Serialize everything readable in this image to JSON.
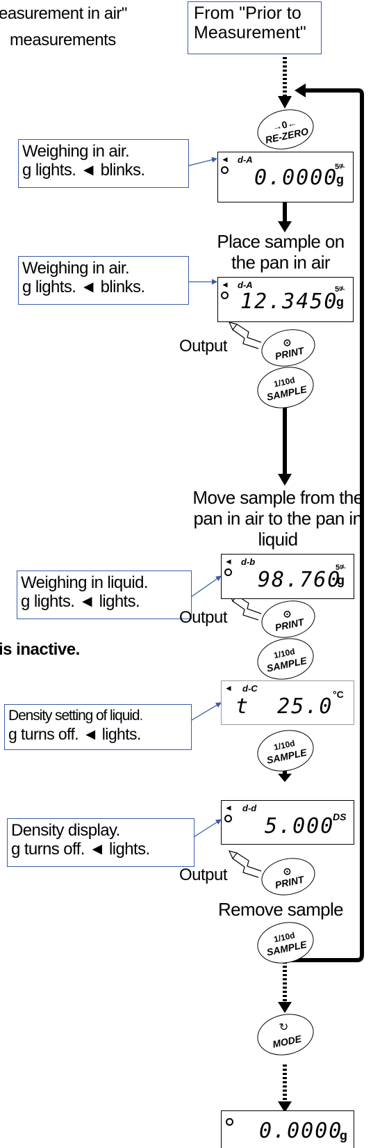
{
  "header": {
    "left_line1": "easurement in air\"",
    "left_line2": "measurements",
    "from_box_line1": "From \"Prior to",
    "from_box_line2": "Measurement\""
  },
  "buttons": {
    "rezero": {
      "symbol": "→0←",
      "label": "RE-ZERO"
    },
    "print": {
      "symbol": "⊙",
      "label": "PRINT"
    },
    "sample": {
      "top": "1/10d",
      "label": "SAMPLE"
    },
    "mode": {
      "symbol": "↻",
      "label": "MODE"
    }
  },
  "callouts": {
    "air1": {
      "line1": "Weighing in air.",
      "line2": "g lights.  ◄  blinks."
    },
    "air2": {
      "line1": "Weighing in air.",
      "line2": "g lights.  ◄  blinks."
    },
    "liquid": {
      "line1": "Weighing in liquid.",
      "line2": "g lights.  ◄  lights."
    },
    "density_setting": {
      "line1": "Density setting of liquid",
      "dot": ".",
      "line2": "g turns off.  ◄  lights."
    },
    "density_display": {
      "line1": "Density display.",
      "line2": "g turns off.  ◄  lights."
    }
  },
  "steps": {
    "place": {
      "line1": "Place sample on",
      "line2": "the pan in air"
    },
    "move": {
      "line1": "Move sample from the",
      "line2": "pan in air to the pan in",
      "line3": "liquid"
    },
    "remove": "Remove sample",
    "output": "Output",
    "inactive": "is inactive."
  },
  "displays": {
    "d1": {
      "mode": "d-A",
      "value": "0.0000",
      "unit": "g"
    },
    "d2": {
      "mode": "d-A",
      "value": "12.3450",
      "unit": "g"
    },
    "d3": {
      "mode": "d-b",
      "value": "98.760",
      "unit": "g"
    },
    "d4": {
      "mode": "d-C",
      "value": "t  25.0",
      "unit": "°C"
    },
    "d5": {
      "mode": "d-d",
      "value": "5.000",
      "unit": "DS"
    },
    "d6": {
      "value": "0.0000",
      "unit": "g"
    }
  },
  "colors": {
    "callout_border": "#3a5aa8",
    "accent_dot": "#d0021b"
  }
}
